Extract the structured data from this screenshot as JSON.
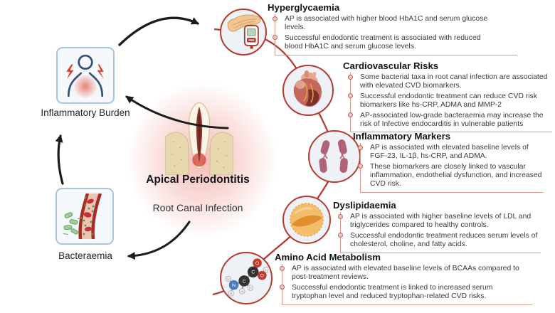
{
  "center": {
    "title": "Apical Periodontitis",
    "subtitle": "Root Canal Infection",
    "icon": "tooth-cross-section-icon"
  },
  "left_nodes": [
    {
      "label": "Inflammatory Burden",
      "icon": "inflamed-person-icon"
    },
    {
      "label": "Bacteraemia",
      "icon": "blood-vessel-bacteria-icon"
    }
  ],
  "sections": [
    {
      "title": "Hyperglycaemia",
      "icon": "pancreas-glucometer-icon",
      "bullets": [
        "AP is associated with higher blood HbA1C and serum glucose levels.",
        "Successful endodontic treatment is associated with reduced blood HbA1C and serum glucose levels."
      ]
    },
    {
      "title": "Cardiovascular Risks",
      "icon": "anatomical-heart-icon",
      "bullets": [
        "Some bacterial taxa in root canal infection are associated with elevated CVD biomarkers.",
        "Successful endodontic treatment can reduce CVD risk biomarkers like hs-CRP, ADMA and MMP-2",
        "AP-associated low-grade bacteraemia may increase the risk of Infective endocarditis in vulnerable patients"
      ]
    },
    {
      "title": "Inflammatory Markers",
      "icon": "chromosomes-icon",
      "bullets": [
        "AP is associated with elevated baseline levels of FGF-23, IL-1β, hs-CRP, and ADMA.",
        "These biomarkers are closely linked to vascular inflammation, endothelial dysfunction, and increased CVD risk."
      ]
    },
    {
      "title": "Dyslipidaemia",
      "icon": "lipid-sphere-icon",
      "bullets": [
        "AP is associated with higher baseline levels of LDL and triglycerides compared to healthy controls.",
        "Successful endodontic treatment reduces serum levels of cholesterol, choline, and fatty acids."
      ]
    },
    {
      "title": "Amino Acid Metabolism",
      "icon": "amino-acid-molecule-icon",
      "bullets": [
        "AP is associated with elevated baseline levels of BCAAs compared to post-treatment reviews.",
        "Successful endodontic treatment is linked to increased serum tryptophan level and reduced tryptophan-related CVD risks."
      ]
    }
  ],
  "colors": {
    "accent_red": "#b43b2f",
    "rail_salmon": "#d89a8e",
    "bullet_ring": "#bf6558",
    "node_box_border": "#a9c3e4",
    "circle_fill": "#eef2f7",
    "glow_pink": "#ef928c",
    "arrow_black": "#1c1c1c"
  }
}
